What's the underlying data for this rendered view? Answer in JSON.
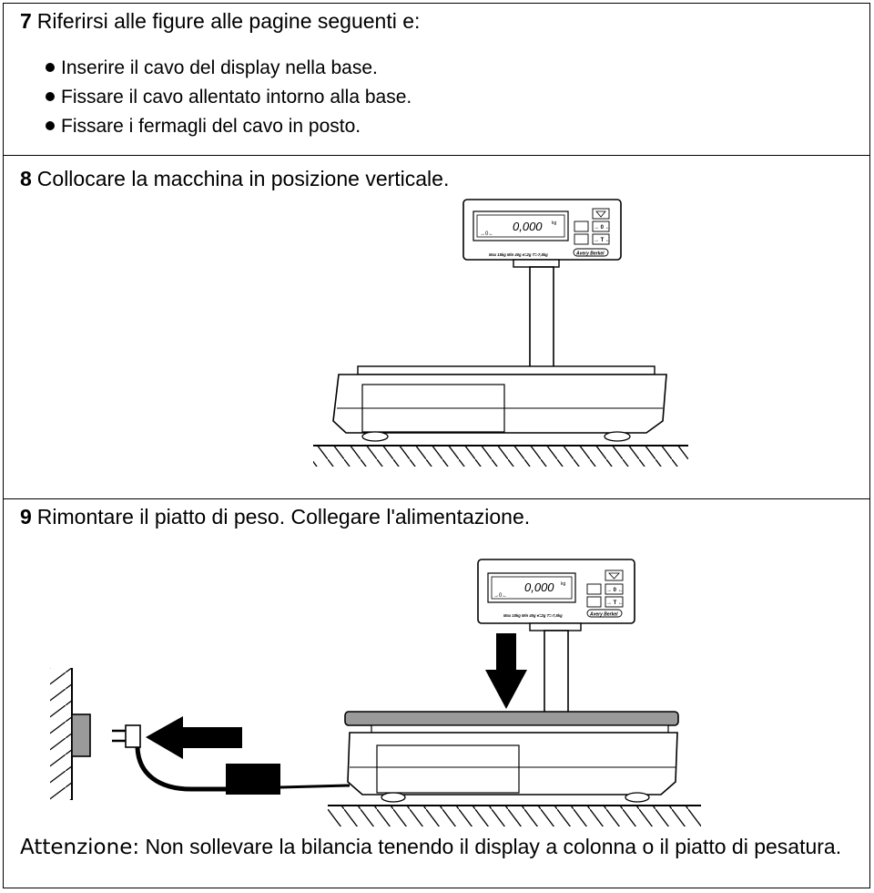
{
  "step7": {
    "number": "7",
    "title": "Riferirsi alle figure alle pagine seguenti e:",
    "bullets": [
      "Inserire il cavo del display nella base.",
      "Fissare  il cavo allentato intorno alla base.",
      "Fissare i fermagli del cavo in posto."
    ]
  },
  "step8": {
    "number": "8",
    "title": "Collocare la macchina in posizione verticale."
  },
  "step9": {
    "number": "9",
    "title": "Rimontare il piatto di peso. Collegare l'alimentazione."
  },
  "display": {
    "reading": "0,000",
    "unit": "kg",
    "zero_key": "→ 0 ←",
    "tare_key": "→ T ←",
    "specs": "Max 15kg   Min 40g   e=2g   T=-7,5kg",
    "brand": "Avery Berkel"
  },
  "note": {
    "lead": "Attenzione:",
    "text": " Non sollevare la bilancia tenendo il display a colonna o il piatto di pesatura."
  }
}
